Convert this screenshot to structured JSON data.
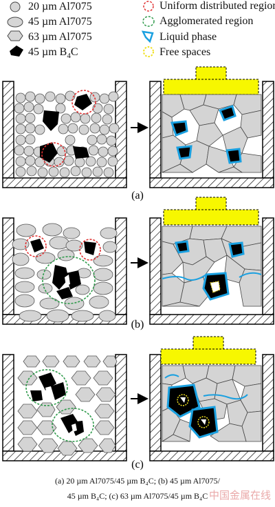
{
  "legend": {
    "items": [
      {
        "label": "20 µm Al7075",
        "icon": "small-circle-particle-icon"
      },
      {
        "label": "45 µm Al7075",
        "icon": "ellipse-particle-icon"
      },
      {
        "label": "63 µm Al7075",
        "icon": "hexagon-particle-icon"
      },
      {
        "label_main": "45 µm B",
        "label_sub": "4",
        "label_end": "C",
        "icon": "b4c-particle-icon"
      },
      {
        "label": "Uniform distributed region",
        "icon": "red-dashed-circle-icon",
        "color": "#e03030"
      },
      {
        "label": "Agglomerated region",
        "icon": "green-dashed-ellipse-icon",
        "color": "#2e9a4a"
      },
      {
        "label": "Liquid phase",
        "icon": "blue-liquid-phase-icon",
        "color": "#1aa0e0"
      },
      {
        "label": "Free spaces",
        "icon": "yellow-dashed-circle-icon",
        "color": "#f0e020"
      }
    ]
  },
  "panels": [
    {
      "label": "(a)"
    },
    {
      "label": "(b)"
    },
    {
      "label": "(c)"
    }
  ],
  "caption": {
    "line1": "(a) 20 µm Al7075/45 µm B₄C; (b) 45 µm Al7075/",
    "line2": "45 µm B₄C; (c) 63 µm Al7075/45 µm B₄C"
  },
  "watermark": "中国金属在线",
  "colors": {
    "press": "#f7f700",
    "particle": "#d4d4d4",
    "b4c": "#000000",
    "liquid": "#1aa0e0"
  }
}
